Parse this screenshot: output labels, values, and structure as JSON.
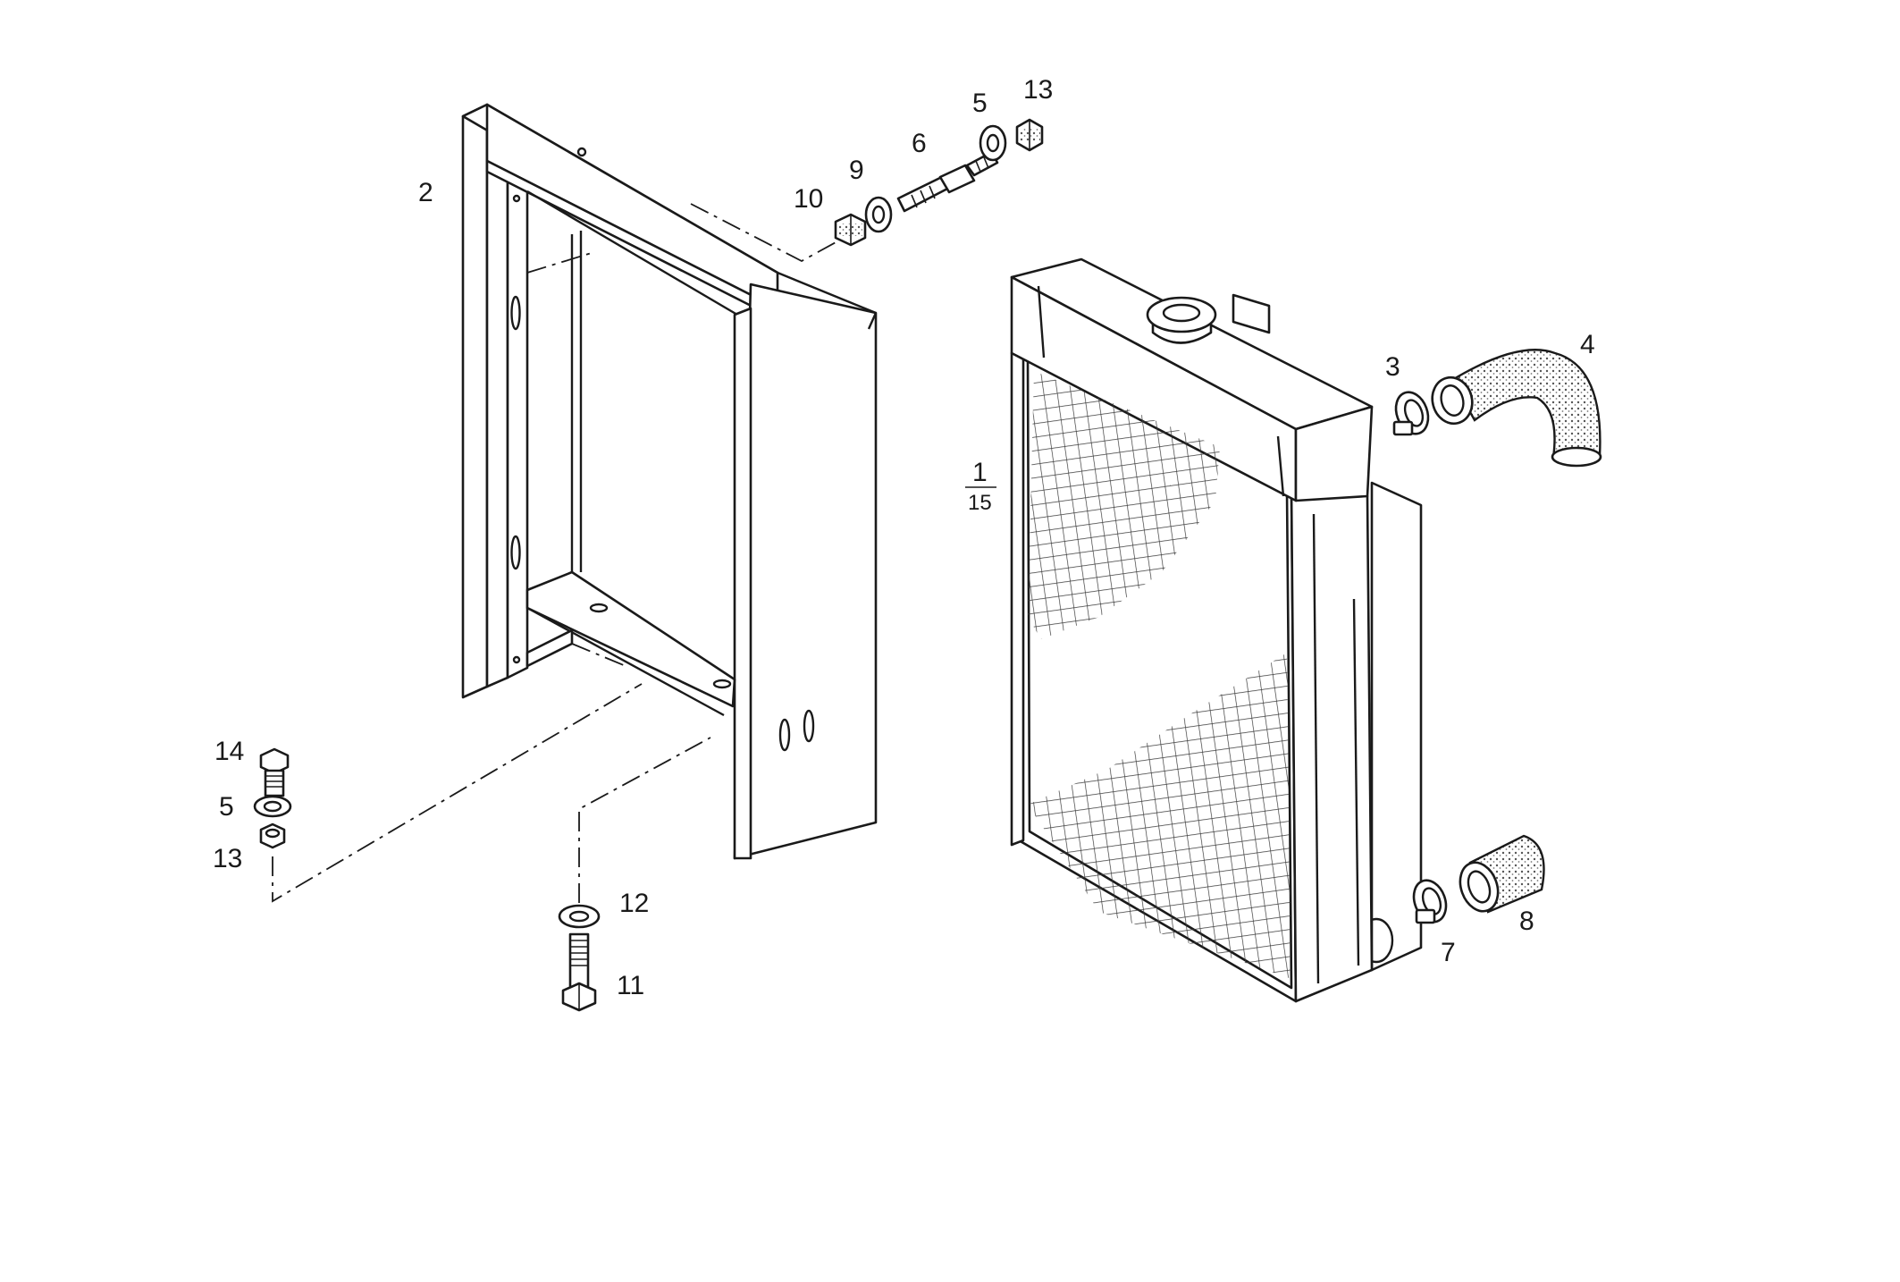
{
  "diagram": {
    "callouts": [
      {
        "id": "c1",
        "text": "1"
      },
      {
        "id": "c15",
        "text": "15"
      },
      {
        "id": "c2",
        "text": "2"
      },
      {
        "id": "c3",
        "text": "3"
      },
      {
        "id": "c4",
        "text": "4"
      },
      {
        "id": "c5a",
        "text": "5"
      },
      {
        "id": "c5b",
        "text": "5"
      },
      {
        "id": "c6",
        "text": "6"
      },
      {
        "id": "c7",
        "text": "7"
      },
      {
        "id": "c8",
        "text": "8"
      },
      {
        "id": "c9",
        "text": "9"
      },
      {
        "id": "c10",
        "text": "10"
      },
      {
        "id": "c11",
        "text": "11"
      },
      {
        "id": "c12",
        "text": "12"
      },
      {
        "id": "c13a",
        "text": "13"
      },
      {
        "id": "c13b",
        "text": "13"
      },
      {
        "id": "c14",
        "text": "14"
      }
    ]
  }
}
